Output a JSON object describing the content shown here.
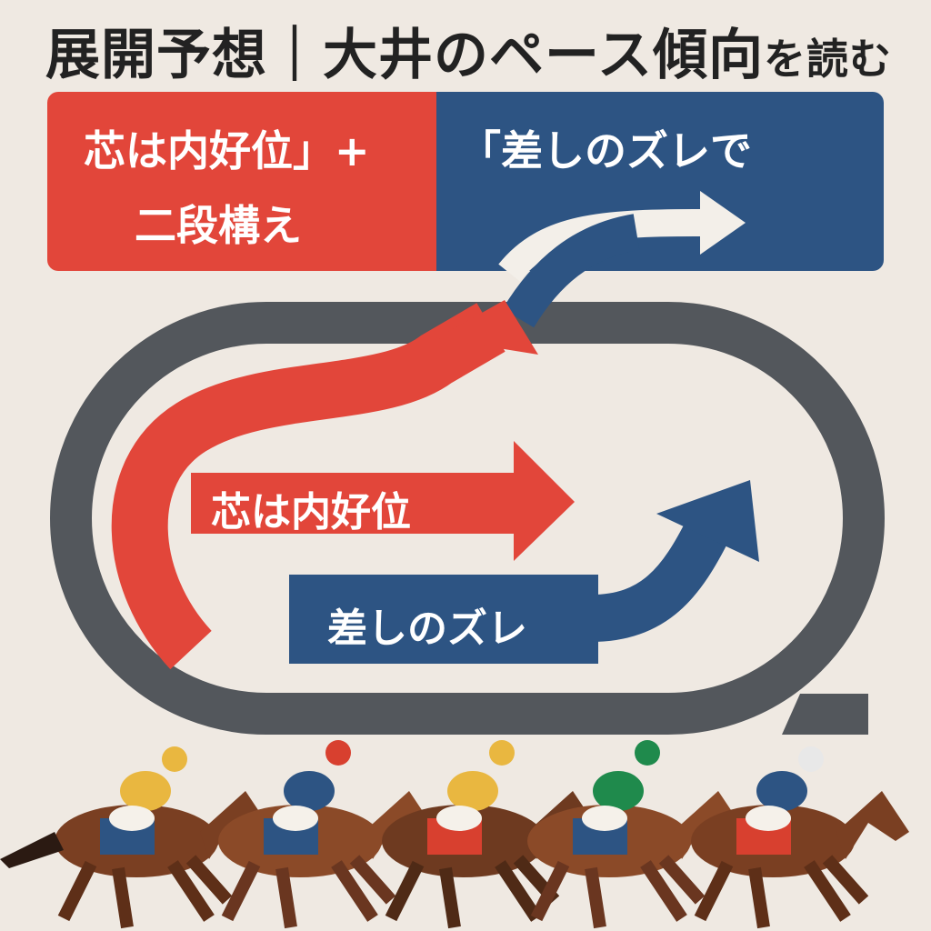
{
  "title": {
    "main": "展開予想｜大井のペース傾向",
    "suffix": "を読む"
  },
  "banner": {
    "left_line1": "芯は内好位」+",
    "left_line2": "二段構え",
    "right_line1": "「差しのズレで"
  },
  "diagram": {
    "red_label": "芯は内好位",
    "blue_label": "差しのズレ"
  },
  "colors": {
    "red": "#e2463a",
    "blue": "#2d5483",
    "track": "#53575c",
    "background": "#efe9e2"
  }
}
